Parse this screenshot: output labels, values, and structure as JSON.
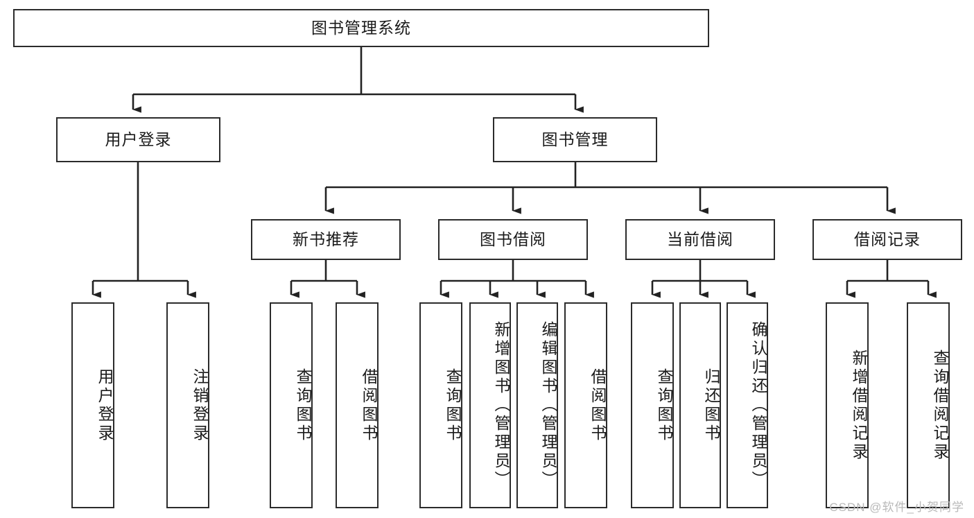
{
  "diagram": {
    "title": "图书管理系统",
    "type": "tree-hierarchy",
    "orientation": "top-down",
    "colors": {
      "box_border": "#2b2b2b",
      "box_fill": "#ffffff",
      "connector": "#222222",
      "text": "#1a1a1a",
      "watermark": "#b9b9b9",
      "background": "#ffffff"
    }
  },
  "root": {
    "label": "图书管理系统"
  },
  "level2": [
    {
      "label": "用户登录"
    },
    {
      "label": "图书管理"
    }
  ],
  "level3": [
    {
      "label": "新书推荐"
    },
    {
      "label": "图书借阅"
    },
    {
      "label": "当前借阅"
    },
    {
      "label": "借阅记录"
    }
  ],
  "leaves": {
    "user_login": [
      {
        "label": "用户登录"
      },
      {
        "label": "注销登录"
      }
    ],
    "new_book_recommend": [
      {
        "label": "查询图书"
      },
      {
        "label": "借阅图书"
      }
    ],
    "book_borrow": [
      {
        "label": "查询图书"
      },
      {
        "label": "新增图书（管理员）"
      },
      {
        "label": "编辑图书（管理员）"
      },
      {
        "label": "借阅图书"
      }
    ],
    "current_borrow": [
      {
        "label": "查询图书"
      },
      {
        "label": "归还图书"
      },
      {
        "label": "确认归还（管理员）"
      }
    ],
    "borrow_record": [
      {
        "label": "新增借阅记录"
      },
      {
        "label": "查询借阅记录"
      }
    ]
  },
  "watermark": {
    "text": "CSDN @软件_小贺同学"
  }
}
